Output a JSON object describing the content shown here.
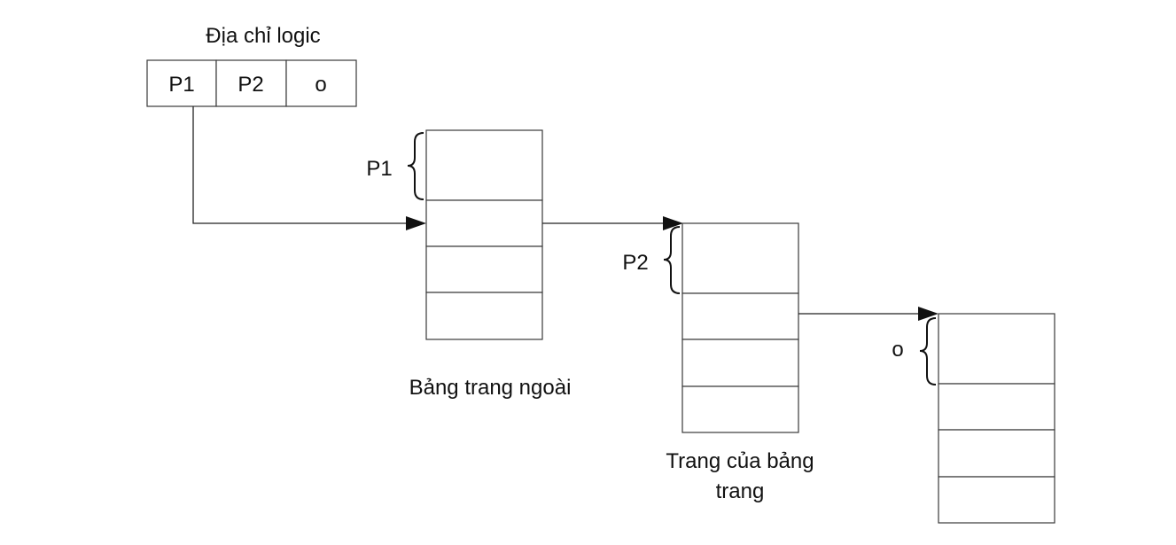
{
  "logical_address": {
    "title": "Địa chỉ logic",
    "fields": [
      "P1",
      "P2",
      "o"
    ]
  },
  "outer_table": {
    "offset_label": "P1",
    "caption": "Bảng trang ngoài"
  },
  "inner_table": {
    "offset_label": "P2",
    "caption_line1": "Trang của bảng",
    "caption_line2": "trang"
  },
  "page": {
    "offset_label": "o"
  }
}
